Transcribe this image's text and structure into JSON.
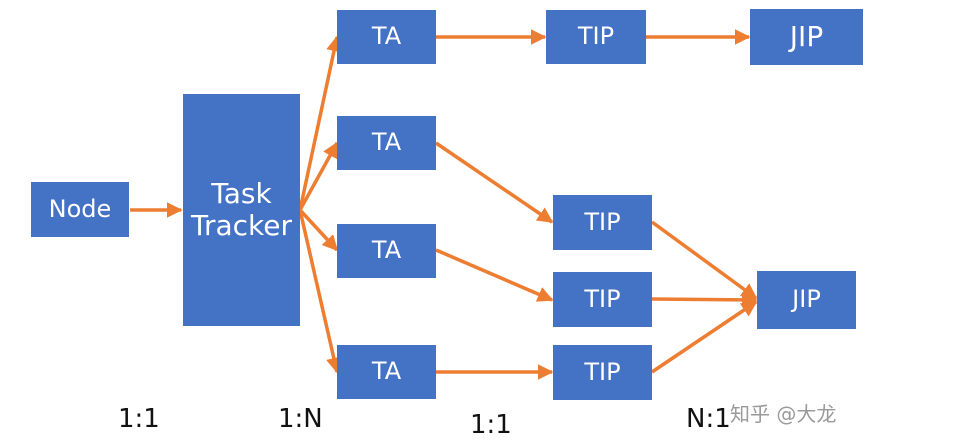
{
  "diagram": {
    "accent_color": "#ed7d31",
    "box_color": "#4472c4",
    "nodes": {
      "node": "Node",
      "task_tracker_line1": "Task",
      "task_tracker_line2": "Tracker",
      "ta": "TA",
      "tip": "TIP",
      "jip": "JIP"
    },
    "ratios": {
      "node_to_tracker": "1:1",
      "tracker_to_ta": "1:N",
      "ta_to_tip": "1:1",
      "tip_to_jip": "N:1"
    },
    "watermark": "知乎 @大龙"
  }
}
